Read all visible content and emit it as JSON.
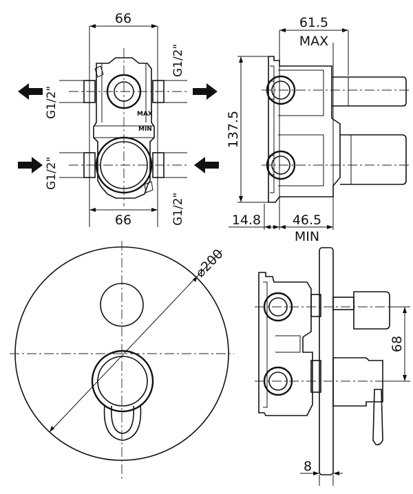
{
  "dimensions": {
    "top_width": "66",
    "bottom_width": "66",
    "depth_max": "61.5",
    "max_label": "MAX",
    "height": "137.5",
    "offset_left": "14.8",
    "depth_min": "46.5",
    "min_label": "MIN",
    "diameter": "⌀200",
    "lever_height": "68",
    "plate_thickness": "8"
  },
  "threads": {
    "outlet_left": "G1/2\"",
    "outlet_right": "G1/2\"",
    "inlet_left": "G1/2\"",
    "inlet_right": "G1/2\""
  },
  "body_markings": {
    "max": "MAX",
    "min": "MIN"
  },
  "arrows": {
    "top_left": "arrow-left-icon",
    "top_right": "arrow-right-icon",
    "bottom_left": "arrow-right-icon",
    "bottom_right": "arrow-left-icon"
  }
}
